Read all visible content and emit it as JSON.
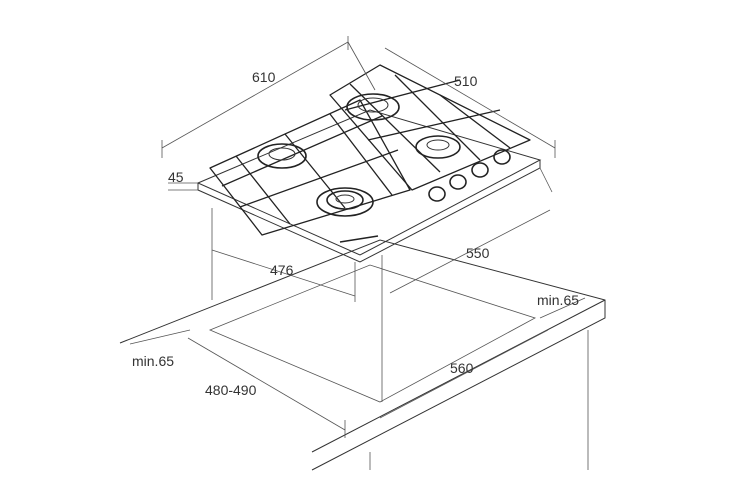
{
  "diagram": {
    "dimensions": {
      "width_total": "610",
      "depth_total": "510",
      "height": "45",
      "cutout_depth": "476",
      "cutout_width": "550",
      "min_clearance_right": "min.65",
      "min_clearance_left": "min.65",
      "countertop_width": "560",
      "countertop_depth": "480-490"
    }
  }
}
